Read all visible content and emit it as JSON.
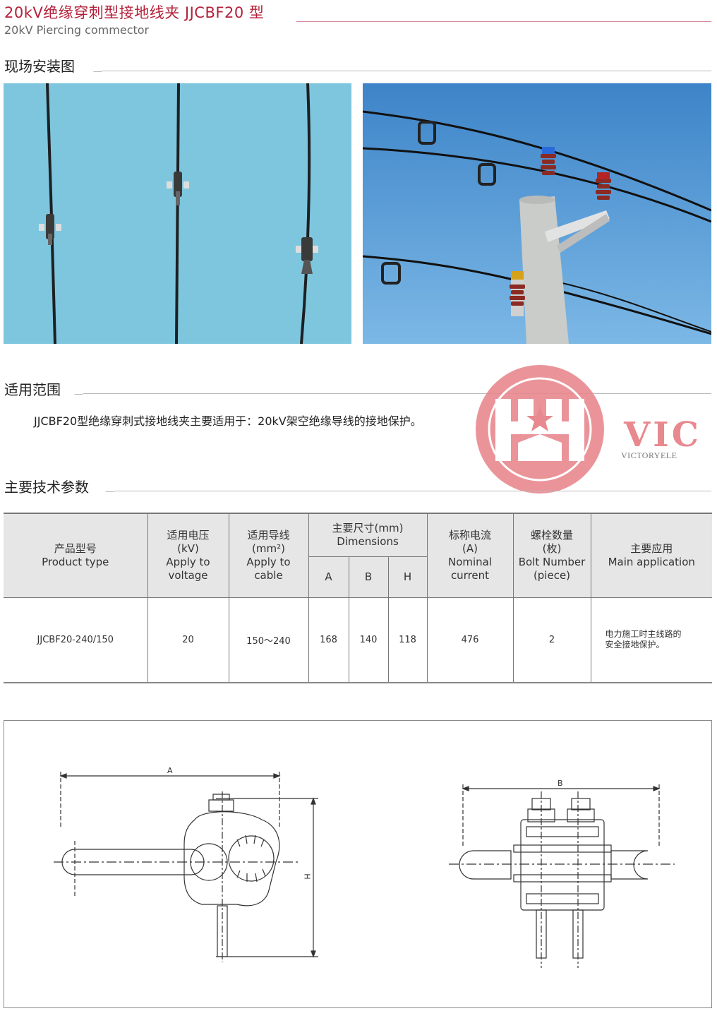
{
  "header": {
    "title": "20kV绝缘穿刺型接地线夹 JJCBF20 型",
    "subtitle": "20kV Piercing commector"
  },
  "sections": {
    "install": "现场安装图",
    "scope": "适用范围",
    "params": "主要技术参数"
  },
  "scope_text": "JJCBF20型绝缘穿刺式接地线夹主要适用于：20kV架空绝缘导线的接地保护。",
  "logo": {
    "mark": "VIC",
    "name": "VICTORYELE"
  },
  "table": {
    "headers": {
      "product_type": [
        "产品型号",
        "Product type"
      ],
      "voltage": [
        "适用电压",
        "(kV)",
        "Apply to",
        "voltage"
      ],
      "cable": [
        "适用导线",
        "(mm²)",
        "Apply to",
        "cable"
      ],
      "dimensions": [
        "主要尺寸(mm)",
        "Dimensions"
      ],
      "dim_a": "A",
      "dim_b": "B",
      "dim_h": "H",
      "current": [
        "标称电流",
        "(A)",
        "Nominal",
        "current"
      ],
      "bolts": [
        "螺栓数量",
        "(枚)",
        "Bolt Number",
        "(piece)"
      ],
      "application": [
        "主要应用",
        "Main application"
      ]
    },
    "rows": [
      {
        "product_type": "JJCBF20-240/150",
        "voltage": "20",
        "cable": "150～240",
        "a": "168",
        "b": "140",
        "h": "118",
        "current": "476",
        "bolts": "2",
        "application": [
          "电力施工时主线路的",
          "安全接地保护。"
        ]
      }
    ]
  },
  "drawing": {
    "label_a": "A",
    "label_h": "H",
    "label_b": "B"
  },
  "colors": {
    "title_red": "#b5203a",
    "logo_pink": "#e8888f",
    "sky_light": "#7ec6de",
    "sky_blue": "#4f8fcf",
    "table_header_bg": "#e6e6e7"
  }
}
